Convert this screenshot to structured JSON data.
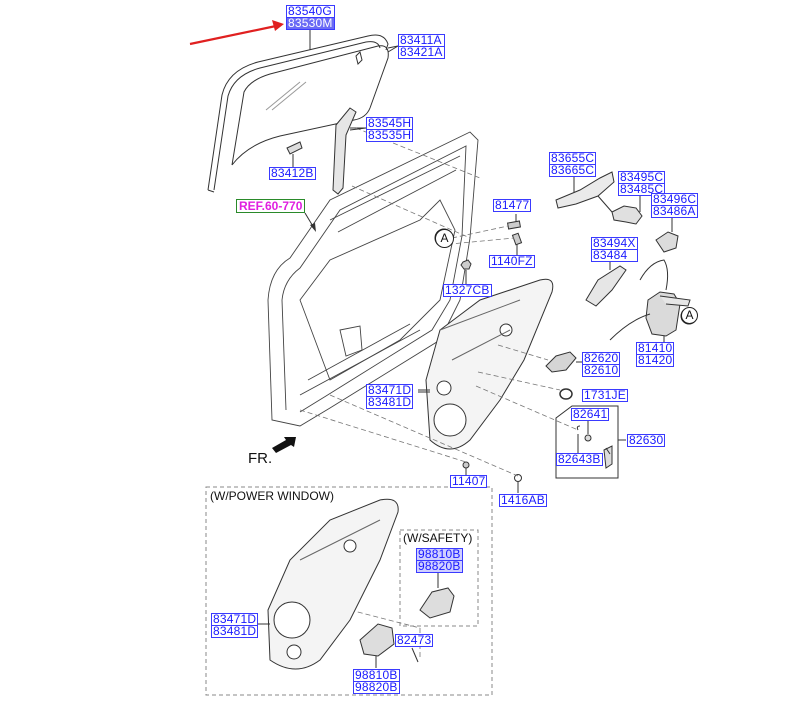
{
  "diagram": {
    "title": "Rear Door Window Regulator & Glass — Exploded Parts Diagram",
    "reference": "REF.60-770",
    "front_indicator": "FR.",
    "detail_marker": "A",
    "highlight_color": "#5a5af0",
    "label_color": "#1a1aff",
    "reference_color": "#e020e0",
    "arrow_color": "#e02020",
    "sections": {
      "power_window": "(W/POWER WINDOW)",
      "safety": "(W/SAFETY)"
    },
    "parts": {
      "run_channel": [
        "83540G",
        "83530M"
      ],
      "door_glass": [
        "83411A",
        "83421A"
      ],
      "glass_guide": [
        "83545H",
        "83535H"
      ],
      "glass_holder": [
        "83412B"
      ],
      "bolt_81477": [
        "81477"
      ],
      "screw_1140fz": [
        "1140FZ"
      ],
      "nut_1327cb": [
        "1327CB"
      ],
      "outside_handle_cover": [
        "83655C",
        "83665C"
      ],
      "rod_clip": [
        "83495C",
        "83485C"
      ],
      "lock_rod": [
        "83496C",
        "83486A"
      ],
      "inside_handle_lever": [
        "83494X",
        "83484"
      ],
      "door_latch": [
        "81410",
        "81420"
      ],
      "inside_handle": [
        "82620",
        "82610"
      ],
      "grommet": [
        "1731JE"
      ],
      "clip_82641": [
        "82641"
      ],
      "handle_assy": [
        "82630"
      ],
      "clip_82643b": [
        "82643B"
      ],
      "module_panel": [
        "83471D",
        "83481D"
      ],
      "bolt_11407": [
        "11407"
      ],
      "plug_1416ab": [
        "1416AB"
      ],
      "pw_module_panel": [
        "83471D",
        "83481D"
      ],
      "pw_motor": [
        "98810B",
        "98820B"
      ],
      "pw_screw": [
        "82473"
      ],
      "safety_motor": [
        "98810B",
        "98820B"
      ]
    }
  }
}
